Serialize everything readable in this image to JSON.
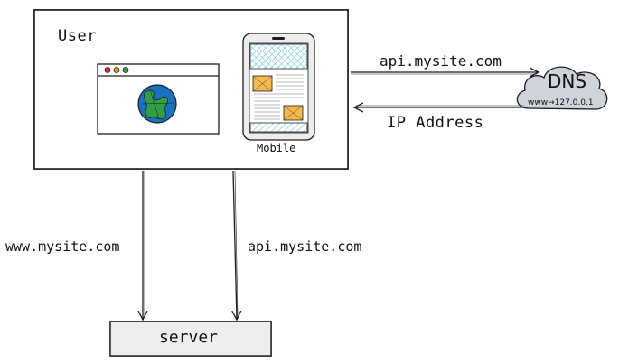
{
  "user": {
    "label": "User"
  },
  "mobile": {
    "label": "Mobile"
  },
  "dns": {
    "label": "DNS",
    "sub_label": "www→127.0.0.1"
  },
  "arrows": {
    "to_dns_label": "api.mysite.com",
    "from_dns_label": "IP Address",
    "www_label": "www.mysite.com",
    "api_label": "api.mysite.com"
  },
  "server": {
    "label": "server"
  },
  "colors": {
    "stroke": "#1e1e1e",
    "globe_blue": "#1971c2",
    "globe_green": "#2f9e44",
    "phone_hatch": "#66c7d9",
    "phone_image": "#f6b94c",
    "cloud_fill": "#ced4da",
    "server_fill": "#eeeeee",
    "dot_red": "#e03131",
    "dot_yellow": "#f59f00",
    "dot_green": "#2f9e44"
  }
}
